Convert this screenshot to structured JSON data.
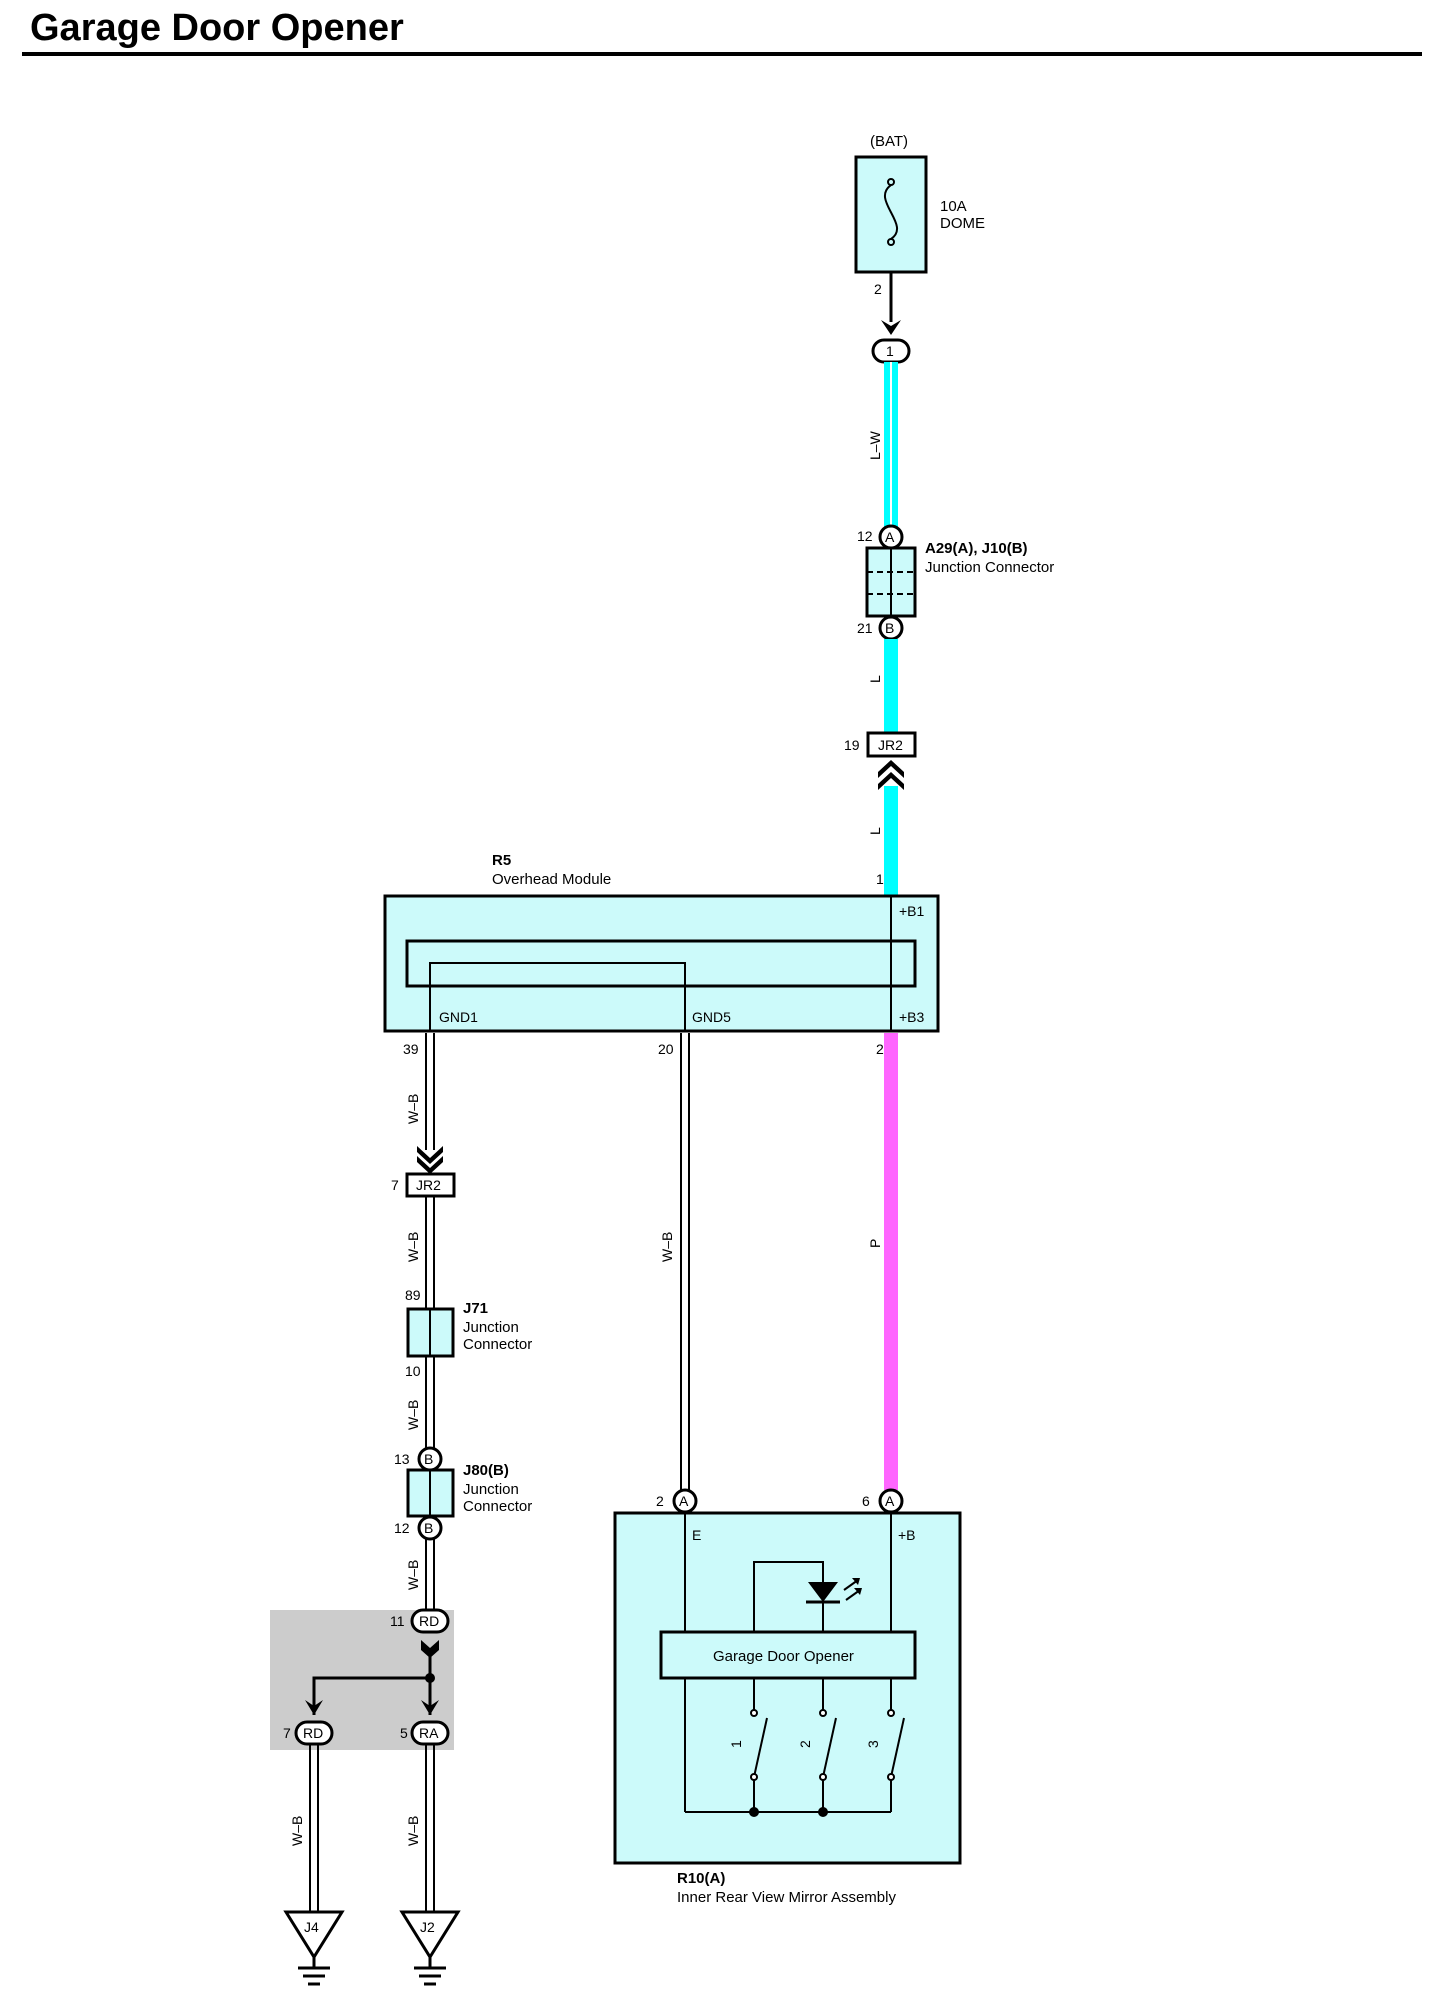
{
  "title": "Garage Door Opener",
  "colors": {
    "component_fill": "#ccfafa",
    "wire_lw": "#00ffff",
    "wire_p": "#ff66ff",
    "splice_box": "#cccccc",
    "line": "#000000"
  },
  "fuse": {
    "source": "(BAT)",
    "rating": "10A",
    "name": "DOME",
    "pin_out": "2"
  },
  "connector_top": {
    "pin": "1"
  },
  "wires": {
    "lw": "L–W",
    "l1": "L",
    "l2": "L",
    "p": "P",
    "wb_gnd1": "W–B",
    "wb_gnd5": "W–B",
    "wb_a": "W–B",
    "wb_b": "W–B",
    "wb_c": "W–B",
    "wb_j4": "W–B",
    "wb_j2": "W–B"
  },
  "junction_a29": {
    "name": "A29(A), J10(B)",
    "desc": "Junction Connector",
    "pin_top": "12",
    "pin_top_letter": "A",
    "pin_bottom": "21",
    "pin_bottom_letter": "B"
  },
  "jr2_top": {
    "name": "JR2",
    "pin": "19"
  },
  "overhead_module": {
    "ref": "R5",
    "name": "Overhead Module",
    "pin_b1": "1",
    "term_b1": "+B1",
    "term_b3": "+B3",
    "term_gnd1": "GND1",
    "term_gnd5": "GND5",
    "pin_gnd1": "39",
    "pin_gnd5": "20",
    "pin_b3": "2"
  },
  "jr2_left": {
    "name": "JR2",
    "pin": "7"
  },
  "j71": {
    "name": "J71",
    "desc1": "Junction",
    "desc2": "Connector",
    "pin_top": "89",
    "pin_bottom": "10"
  },
  "j80": {
    "name": "J80(B)",
    "desc1": "Junction",
    "desc2": "Connector",
    "pin_top": "13",
    "pin_bottom": "12",
    "letter": "B"
  },
  "splice": {
    "top_name": "RD",
    "top_pin": "11",
    "left_name": "RD",
    "left_pin": "7",
    "right_name": "RA",
    "right_pin": "5"
  },
  "grounds": {
    "left": "J4",
    "right": "J2"
  },
  "mirror": {
    "ref": "R10(A)",
    "name": "Inner Rear View Mirror Assembly",
    "pin_e": "2",
    "pin_e_letter": "A",
    "term_e": "E",
    "pin_b": "6",
    "pin_b_letter": "A",
    "term_b": "+B",
    "module": "Garage Door Opener",
    "switches": [
      "1",
      "2",
      "3"
    ]
  }
}
